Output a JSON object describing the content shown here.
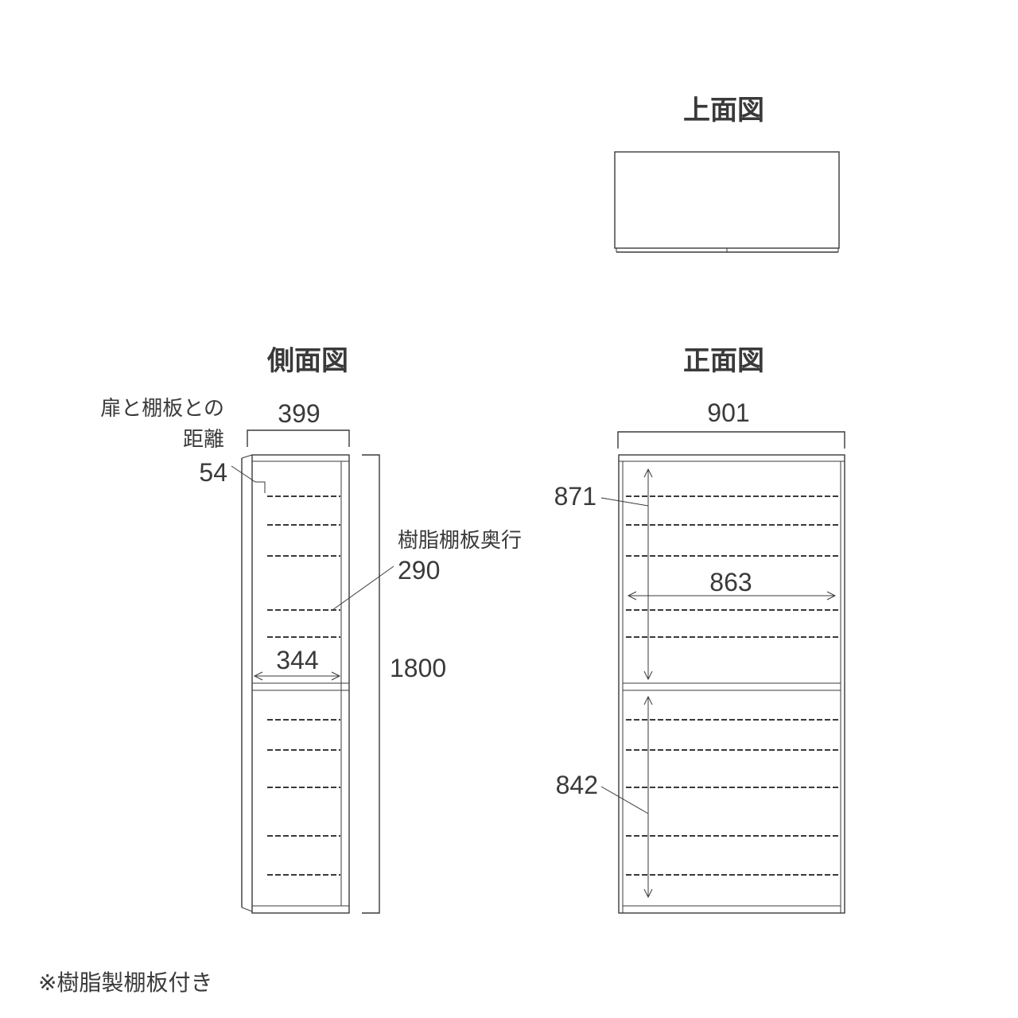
{
  "titles": {
    "top_view": "上面図",
    "side_view": "側面図",
    "front_view": "正面図"
  },
  "side": {
    "door_shelf_distance_label_line1": "扉と棚板との",
    "door_shelf_distance_label_line2": "距離",
    "door_shelf_distance": "54",
    "width": "399",
    "height": "1800",
    "shelf_depth_label": "樹脂棚板奥行",
    "shelf_depth": "290",
    "inner_depth": "344"
  },
  "front": {
    "width": "901",
    "inner_width": "863",
    "upper_inner_height": "871",
    "lower_inner_height": "842"
  },
  "footnote": "※樹脂製棚板付き"
}
